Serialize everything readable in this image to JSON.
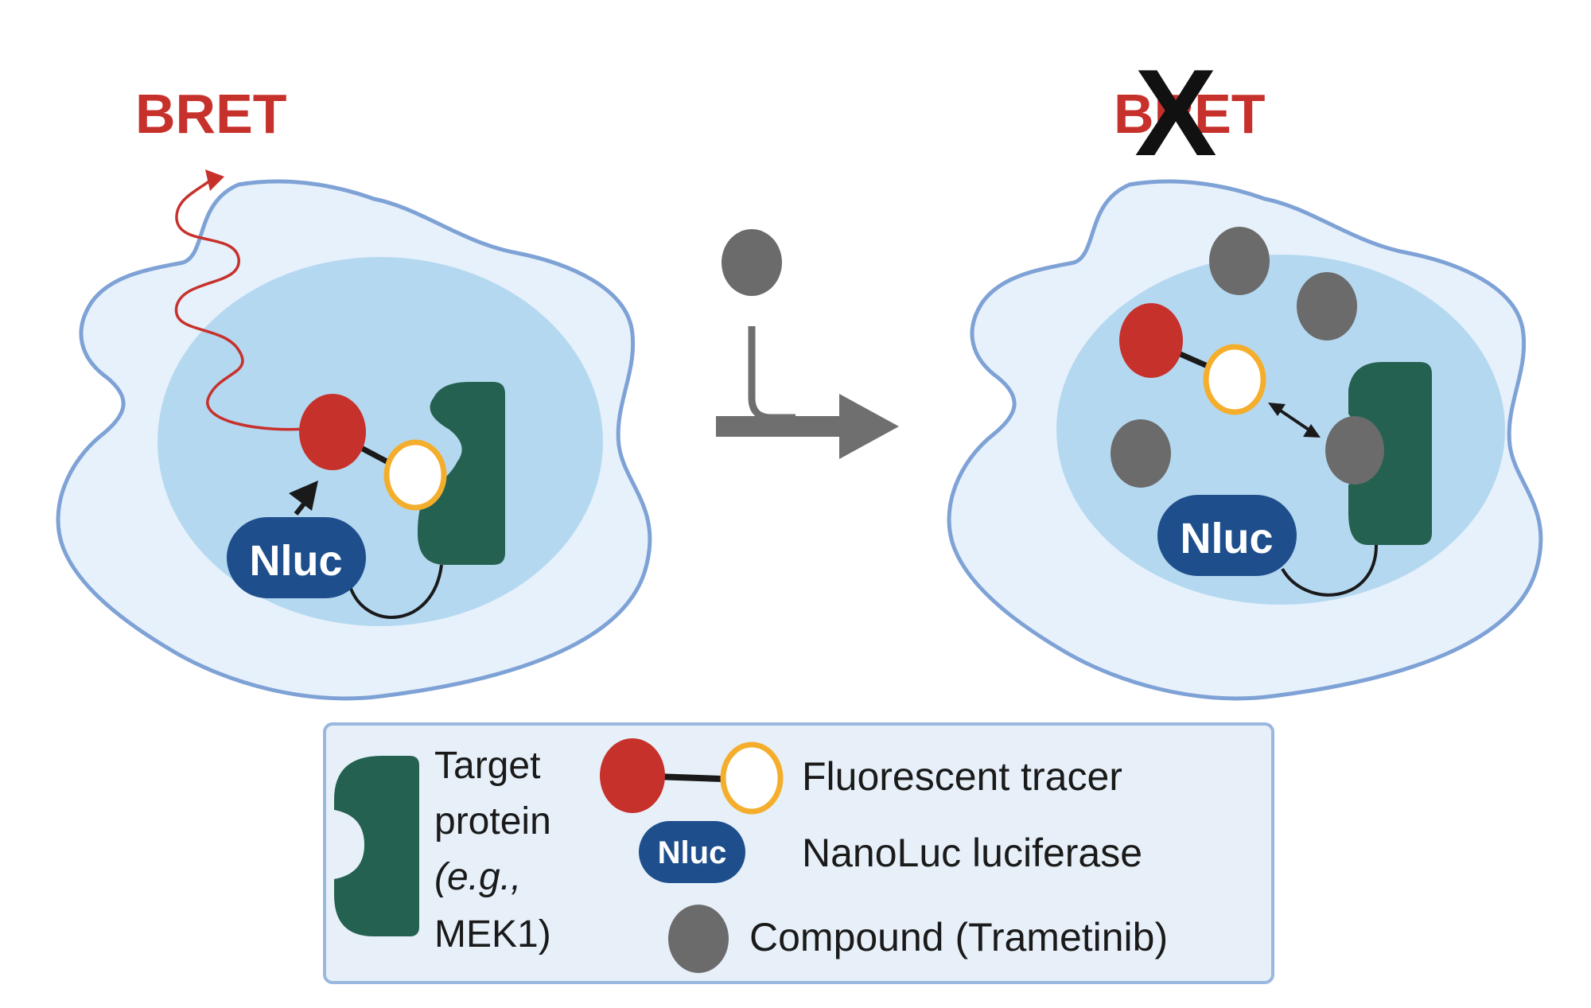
{
  "left_panel": {
    "signal_label": "BRET",
    "nluc_label": "Nluc"
  },
  "right_panel": {
    "signal_label": "BRET",
    "cross_mark": "X",
    "nluc_label": "Nluc"
  },
  "legend": {
    "target_protein_lines": [
      "Target",
      "protein",
      "(e.g.,",
      "MEK1)"
    ],
    "tracer_label": "Fluorescent tracer",
    "nluc_icon_label": "Nluc",
    "nluc_label": "NanoLuc luciferase",
    "compound_label": "Compound (Trametinib)"
  },
  "colors": {
    "cell_outer_fill": "#E6F1FB",
    "cell_outer_stroke": "#7FA2D6",
    "nucleus_fill": "#B5D8F1",
    "protein": "#246150",
    "tracer_red": "#C7312C",
    "tracer_ring": "#F4AE2C",
    "nluc": "#1E4F8C",
    "compound": "#6B6B6B",
    "bret_red": "#C7312C",
    "arrow_gray": "#6F6F6F",
    "legend_fill": "#E7F0F9",
    "legend_stroke": "#9AB7DF"
  }
}
